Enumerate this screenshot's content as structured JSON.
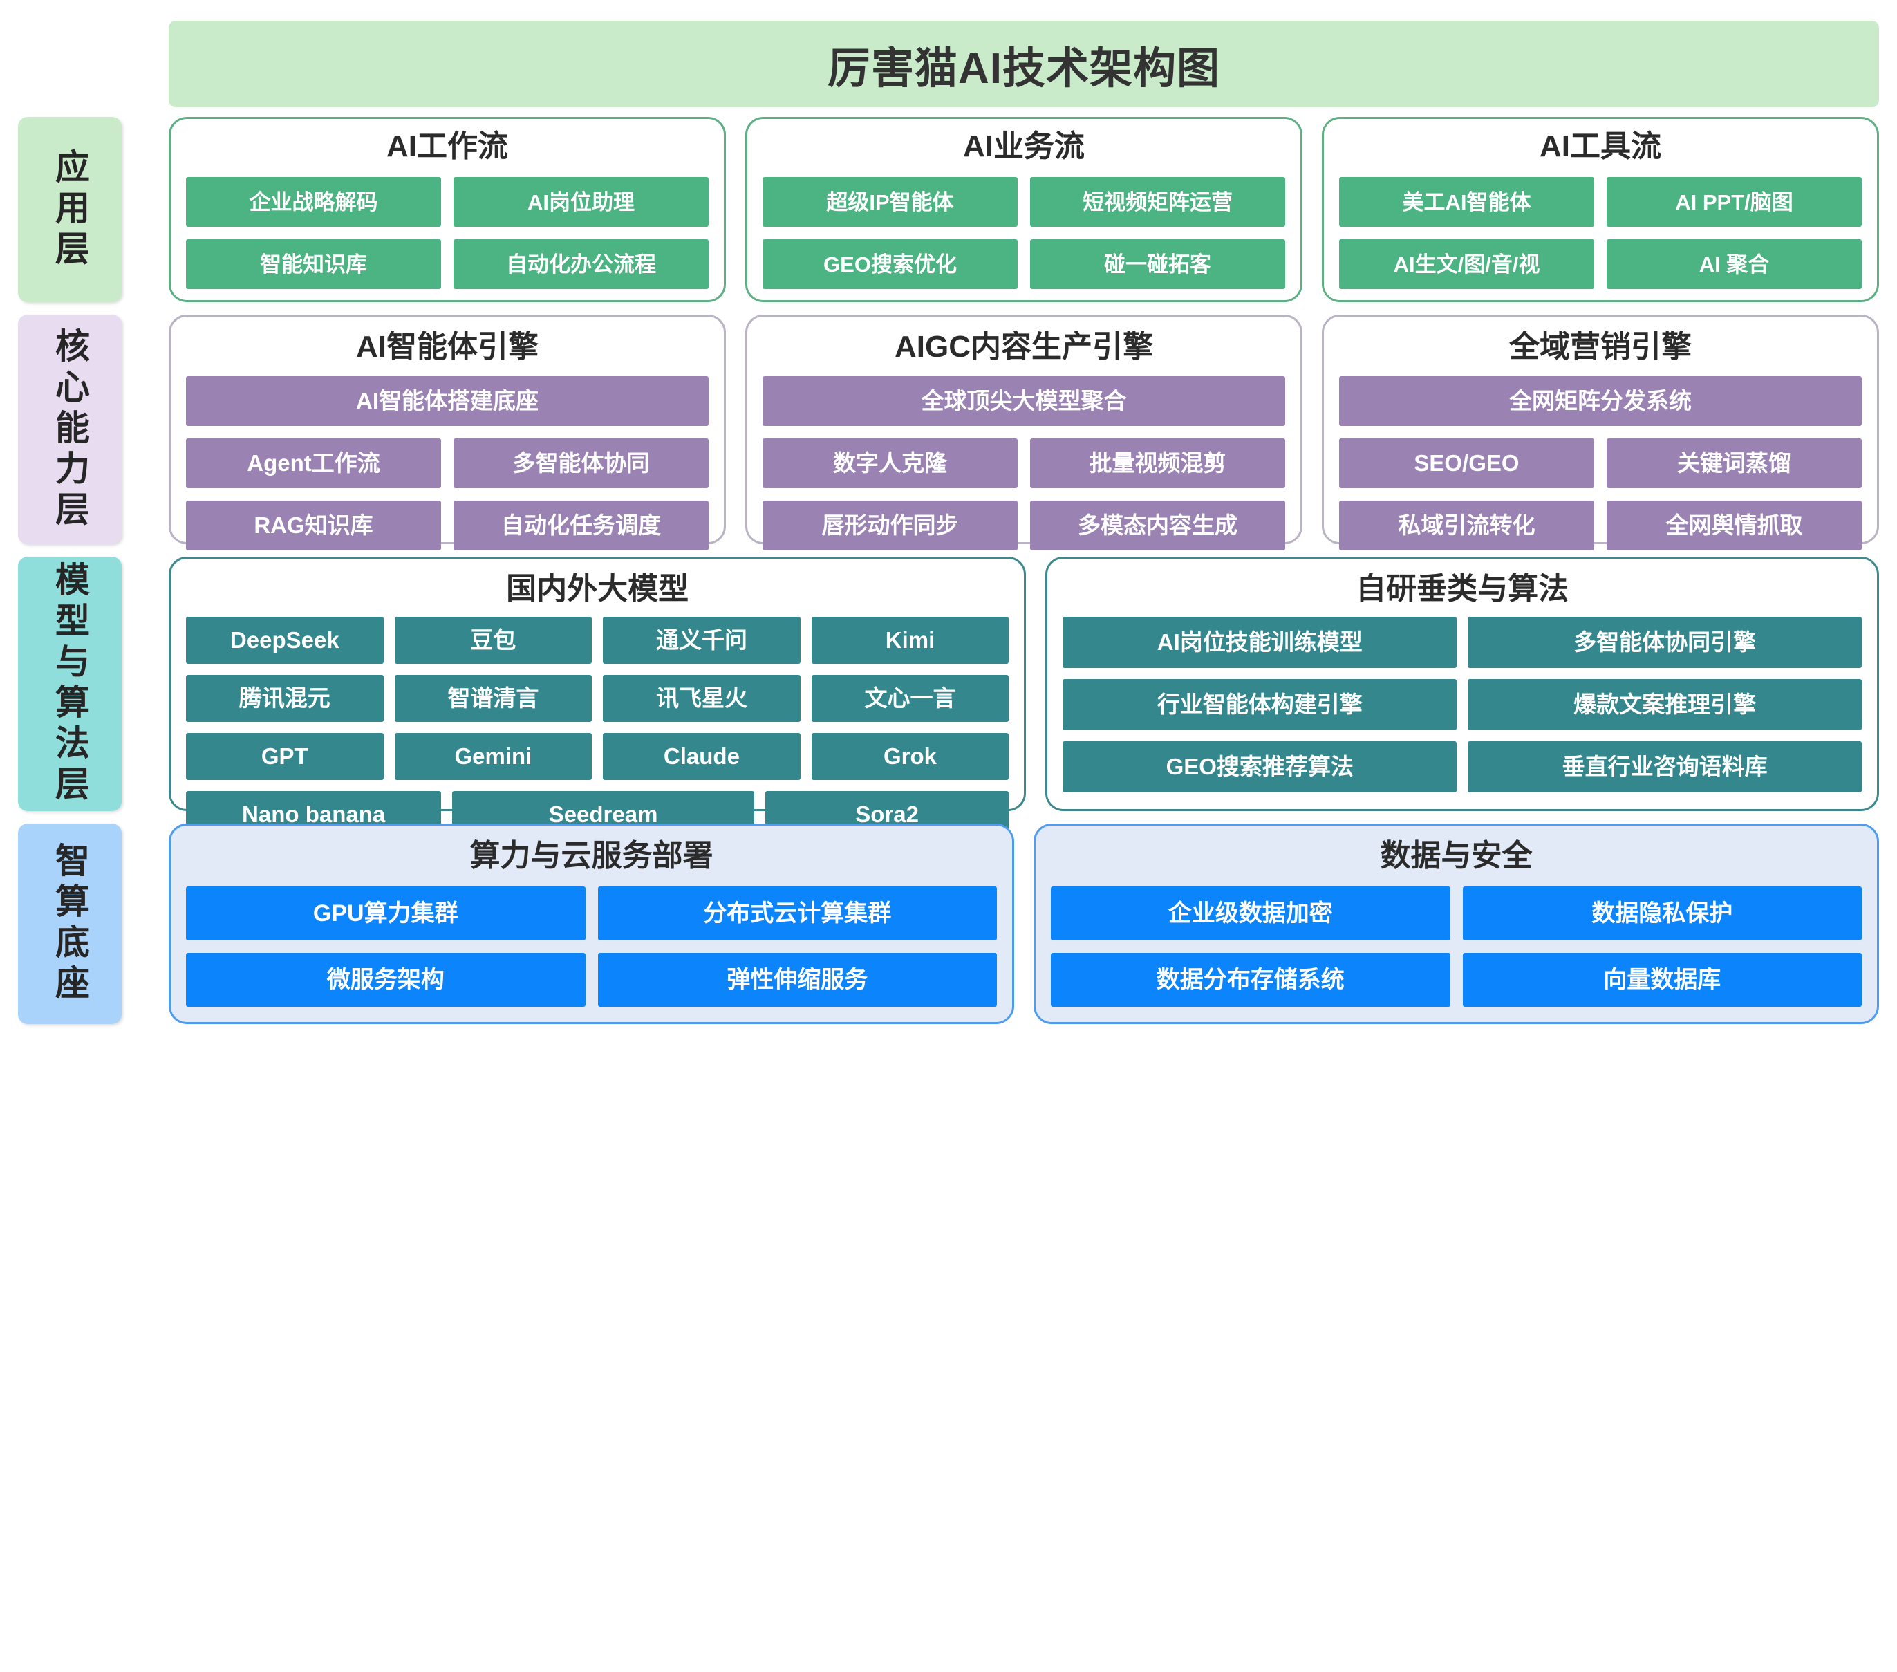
{
  "title": "厉害猫AI技术架构图",
  "layers": [
    {
      "id": "application",
      "tab_label": "应用层",
      "tab_color": "#C9EBCA",
      "chip_color": "#4CB382",
      "panels": [
        {
          "title": "AI工作流",
          "rows": [
            [
              "企业战略解码",
              "AI岗位助理"
            ],
            [
              "智能知识库",
              "自动化办公流程"
            ]
          ]
        },
        {
          "title": "AI业务流",
          "rows": [
            [
              "超级IP智能体",
              "短视频矩阵运营"
            ],
            [
              "GEO搜索优化",
              "碰一碰拓客"
            ]
          ]
        },
        {
          "title": "AI工具流",
          "rows": [
            [
              "美工AI智能体",
              "AI PPT/脑图"
            ],
            [
              "AI生文/图/音/视",
              "AI 聚合"
            ]
          ]
        }
      ]
    },
    {
      "id": "core-capability",
      "tab_label": "核心能力层",
      "tab_color": "#E7DCF0",
      "chip_color": "#9A83B2",
      "panels": [
        {
          "title": "AI智能体引擎",
          "rows": [
            [
              "AI智能体搭建底座"
            ],
            [
              "Agent工作流",
              "多智能体协同"
            ],
            [
              "RAG知识库",
              "自动化任务调度"
            ]
          ]
        },
        {
          "title": "AIGC内容生产引擎",
          "rows": [
            [
              "全球顶尖大模型聚合"
            ],
            [
              "数字人克隆",
              "批量视频混剪"
            ],
            [
              "唇形动作同步",
              "多模态内容生成"
            ]
          ]
        },
        {
          "title": "全域营销引擎",
          "rows": [
            [
              "全网矩阵分发系统"
            ],
            [
              "SEO/GEO",
              "关键词蒸馏"
            ],
            [
              "私域引流转化",
              "全网舆情抓取"
            ]
          ]
        }
      ]
    },
    {
      "id": "model-algorithm",
      "tab_label": "模型与算法层",
      "tab_color": "#8FDEDC",
      "chip_color": "#34888D",
      "panels": [
        {
          "title": "国内外大模型",
          "rows": [
            [
              "DeepSeek",
              "豆包",
              "通义千问",
              "Kimi"
            ],
            [
              "腾讯混元",
              "智谱清言",
              "讯飞星火",
              "文心一言"
            ],
            [
              "GPT",
              "Gemini",
              "Claude",
              "Grok"
            ],
            [
              "Nano banana",
              "Seedream",
              "Sora2"
            ]
          ]
        },
        {
          "title": "自研垂类与算法",
          "rows": [
            [
              "AI岗位技能训练模型",
              "多智能体协同引擎"
            ],
            [
              "行业智能体构建引擎",
              "爆款文案推理引擎"
            ],
            [
              "GEO搜索推荐算法",
              "垂直行业咨询语料库"
            ]
          ]
        }
      ]
    },
    {
      "id": "infrastructure",
      "tab_label": "智算底座",
      "tab_color": "#A9D3FA",
      "chip_color": "#0C84FB",
      "panels": [
        {
          "title": "算力与云服务部署",
          "rows": [
            [
              "GPU算力集群",
              "分布式云计算集群"
            ],
            [
              "微服务架构",
              "弹性伸缩服务"
            ]
          ]
        },
        {
          "title": "数据与安全",
          "rows": [
            [
              "企业级数据加密",
              "数据隐私保护"
            ],
            [
              "数据分布存储系统",
              "向量数据库"
            ]
          ]
        }
      ]
    }
  ]
}
